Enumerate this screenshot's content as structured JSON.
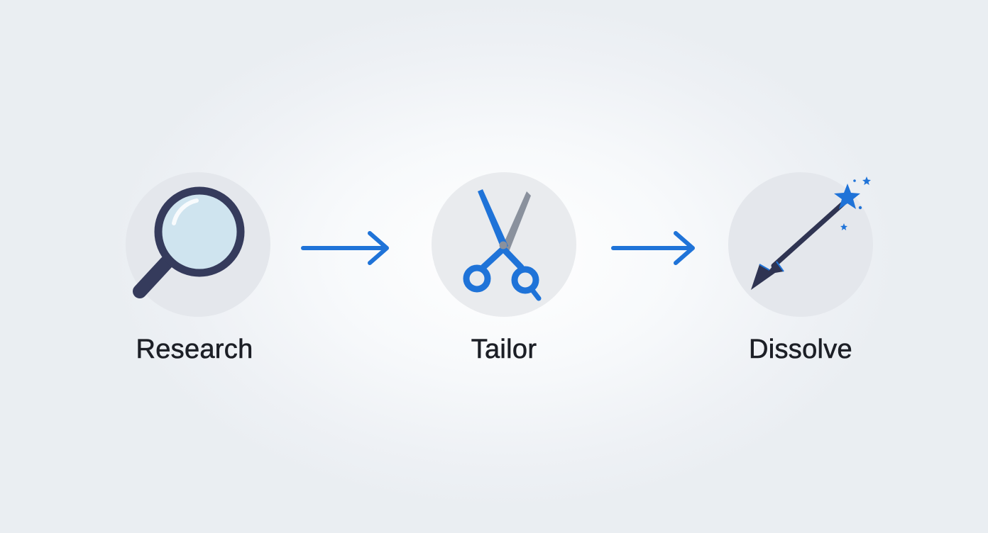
{
  "steps": [
    {
      "label": "Research",
      "icon": "magnifying-glass-icon"
    },
    {
      "label": "Tailor",
      "icon": "scissors-icon"
    },
    {
      "label": "Dissolve",
      "icon": "magic-wand-icon"
    }
  ],
  "colors": {
    "accent_blue": "#1f73d8",
    "dark_navy": "#353b5c",
    "lens_fill": "#cfe4ef",
    "circle_bg": "#e4e7ec"
  }
}
